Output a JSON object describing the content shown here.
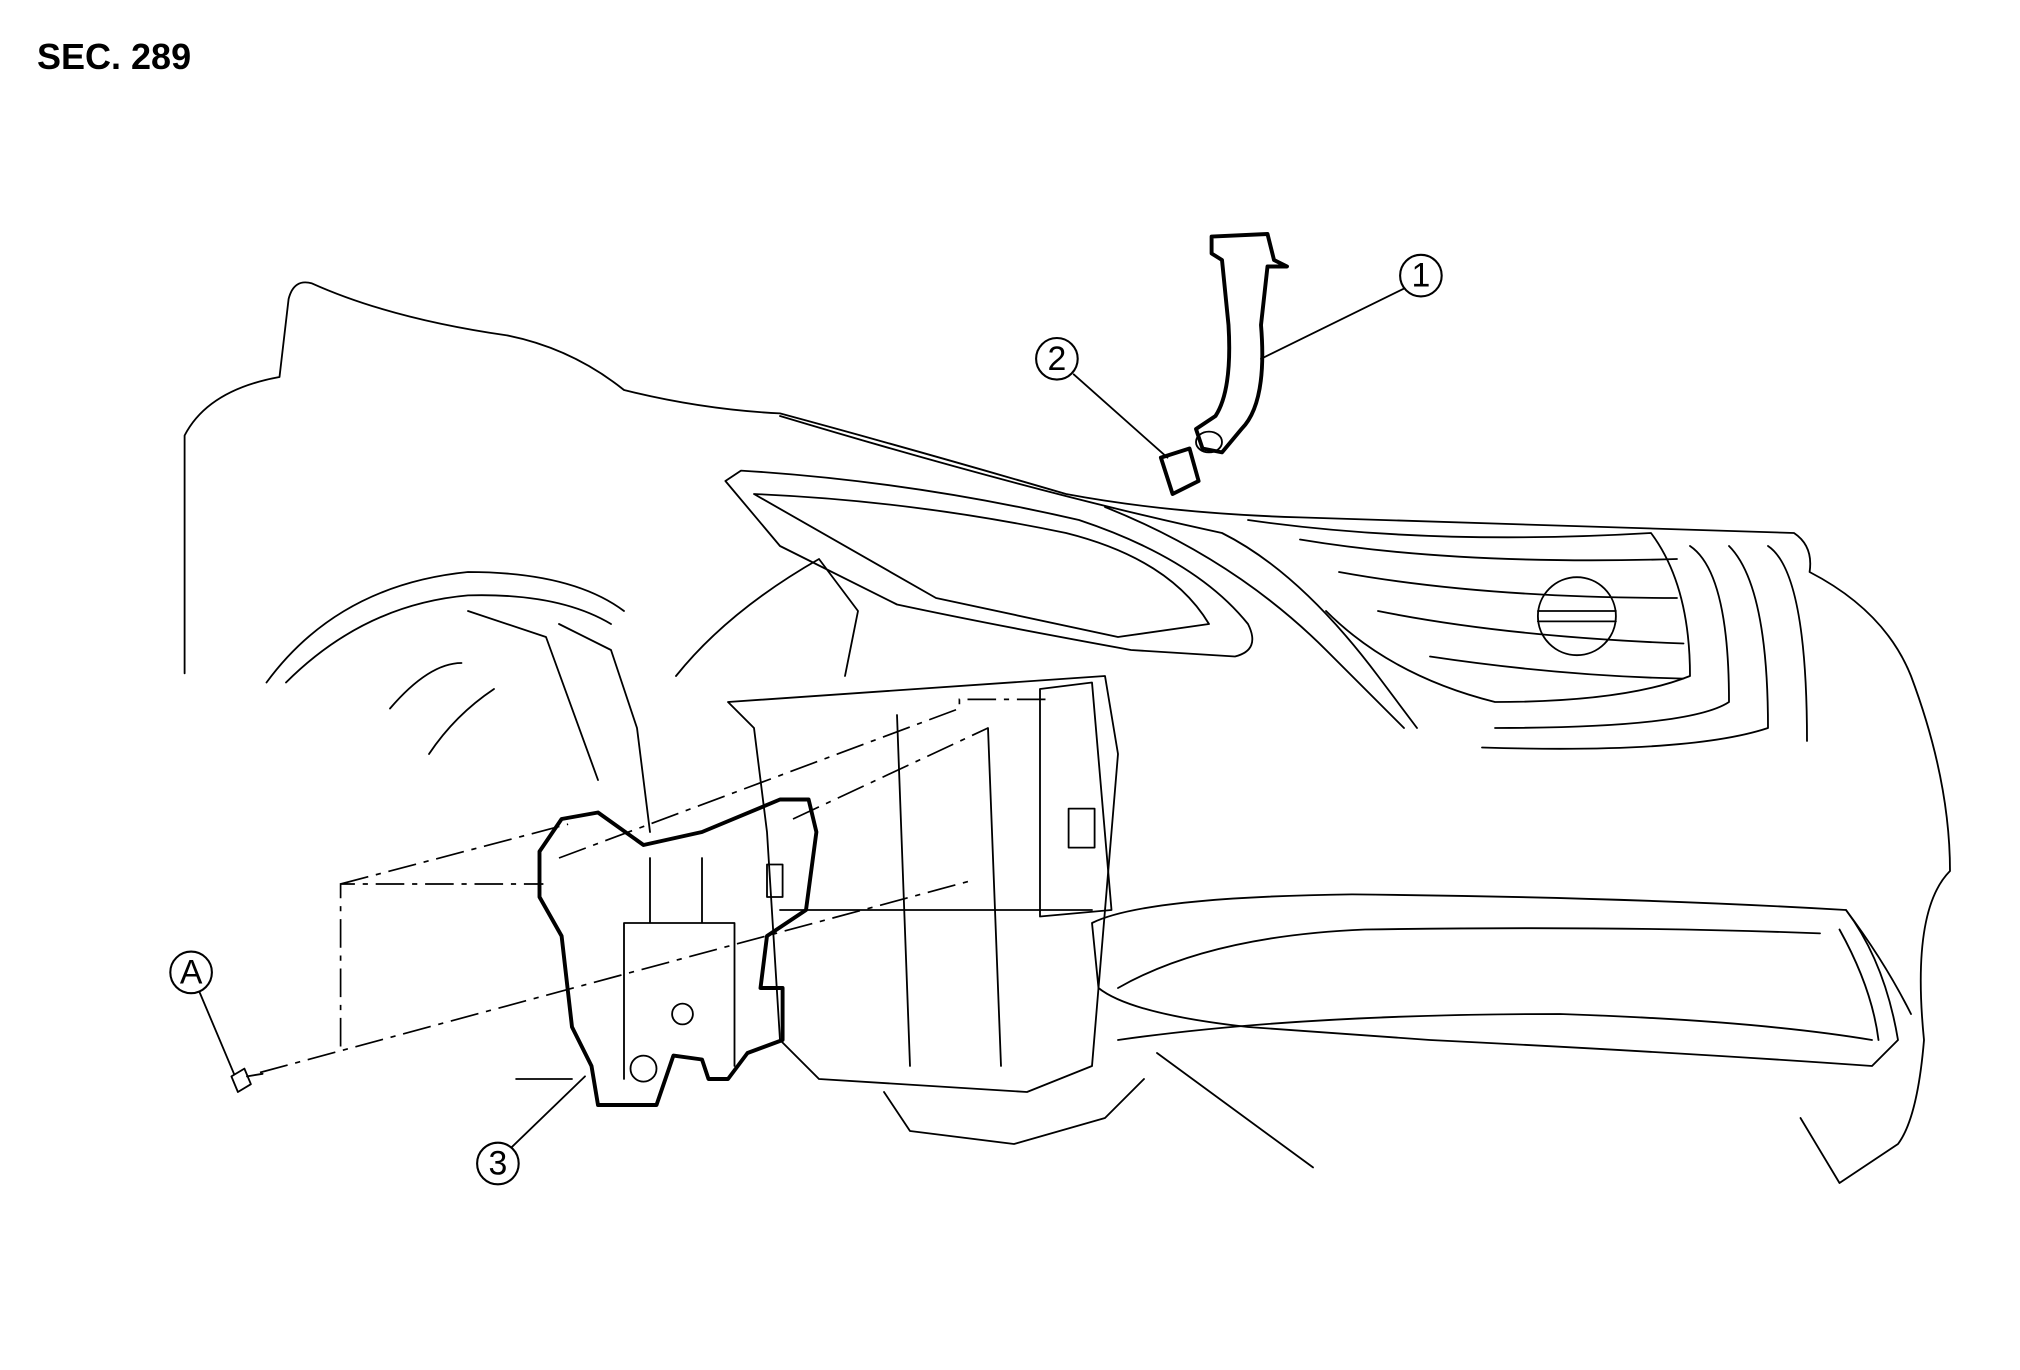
{
  "section_label": "SEC. 289",
  "callouts": {
    "part1": "1",
    "part2": "2",
    "part3": "3",
    "fastenerA": "A"
  }
}
